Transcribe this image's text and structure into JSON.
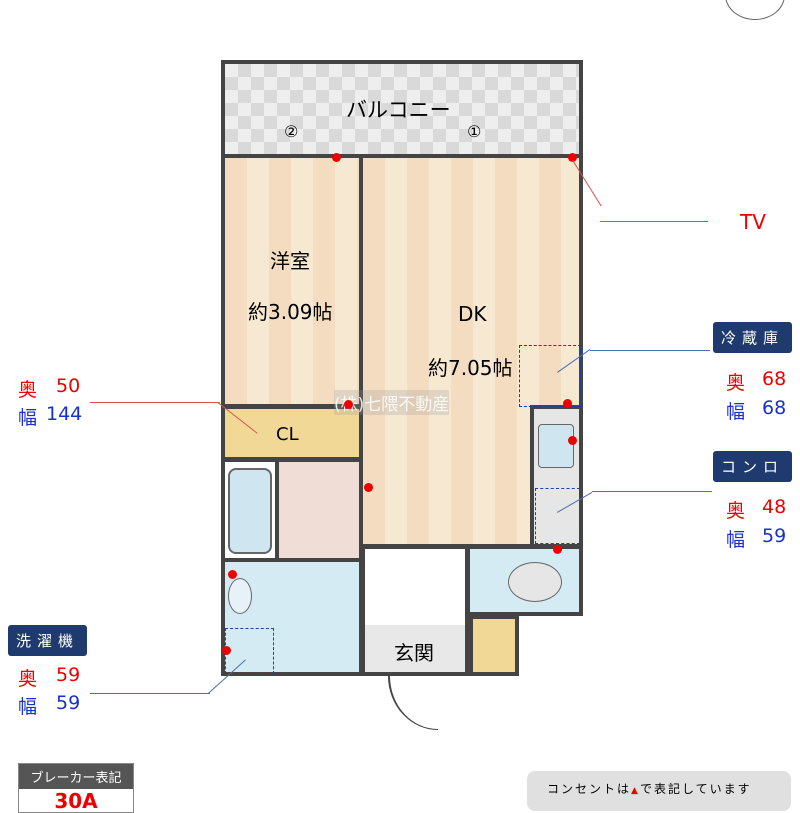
{
  "rooms": {
    "balcony": "バルコニー",
    "western_room": "洋室",
    "western_size": "約3.09帖",
    "dk": "DK",
    "dk_size": "約7.05帖",
    "closet": "CL",
    "entrance": "玄関"
  },
  "windows": {
    "w1": "①",
    "w2": "②"
  },
  "watermark": "(株)七隈不動産",
  "tv_label": "TV",
  "fridge": {
    "title": "冷蔵庫",
    "depth_label": "奥",
    "depth": "68",
    "width_label": "幅",
    "width": "68"
  },
  "stove": {
    "title": "コンロ",
    "depth_label": "奥",
    "depth": "48",
    "width_label": "幅",
    "width": "59"
  },
  "closet_dims": {
    "depth_label": "奥",
    "depth": "50",
    "width_label": "幅",
    "width": "144"
  },
  "washer": {
    "title": "洗濯機",
    "depth_label": "奥",
    "depth": "59",
    "width_label": "幅",
    "width": "59"
  },
  "breaker": {
    "title": "ブレーカー表記",
    "value": "30A"
  },
  "outlet_note": {
    "before": "コンセントは",
    "after": "で表記しています"
  },
  "colors": {
    "red": "#e00000",
    "blue": "#1a2fd0",
    "navy": "#1f3a6e"
  }
}
